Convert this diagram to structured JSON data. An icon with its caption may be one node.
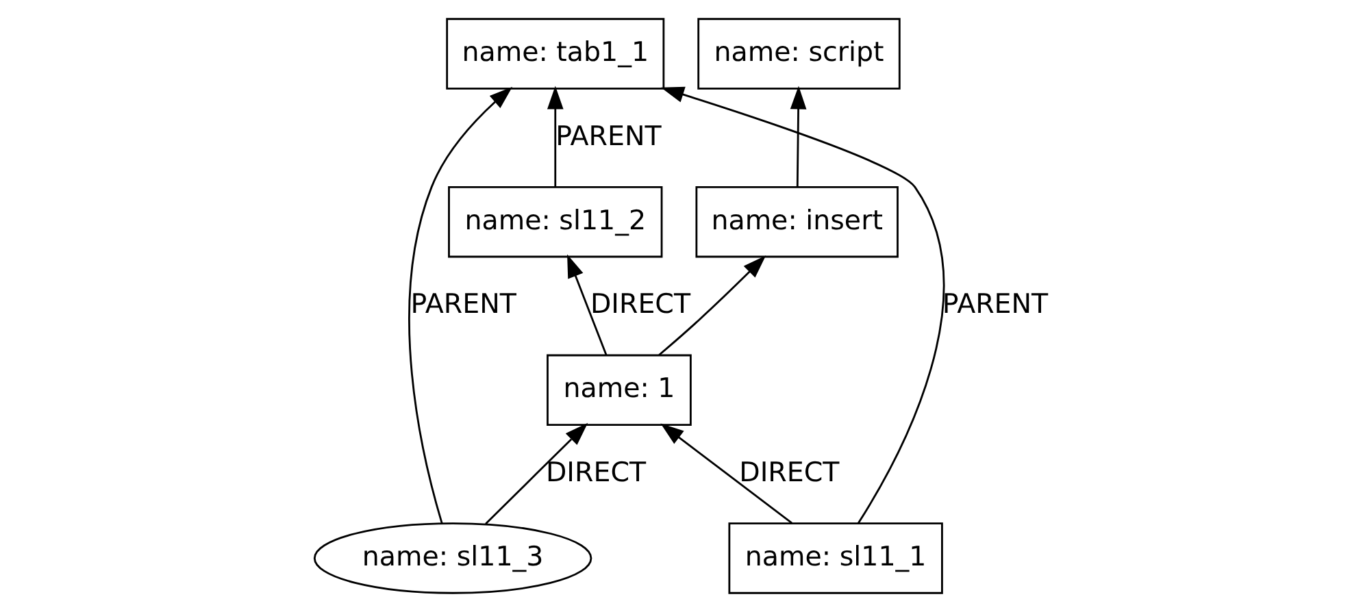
{
  "diagram": {
    "nodes": [
      {
        "text": [
          "name: script"
        ]
      },
      {
        "text": [
          "name: tab1_1"
        ]
      },
      {
        "text": [
          "name: insert"
        ]
      },
      {
        "text": [
          "name: sl11_3"
        ]
      },
      {
        "text": [
          "name: sl11_1"
        ]
      },
      {
        "text": [
          "name: 1"
        ]
      },
      {
        "text": [
          "name: sl11_2"
        ]
      }
    ],
    "edges": [
      {
        "from": 2,
        "to": 0,
        "arrow": "to"
      },
      {
        "from": 4,
        "to": 1,
        "arrow": "to",
        "label": "PARENT"
      },
      {
        "from": 3,
        "to": 1,
        "arrow": "to",
        "label": "PARENT"
      },
      {
        "from": 6,
        "to": 1,
        "arrow": "to",
        "label": "PARENT"
      },
      {
        "from": 5,
        "to": 2,
        "arrow": "to"
      },
      {
        "from": 3,
        "to": 5,
        "arrow": "to",
        "label": "DIRECT"
      },
      {
        "from": 4,
        "to": 5,
        "arrow": "to",
        "label": "DIRECT"
      },
      {
        "from": 5,
        "to": 6,
        "arrow": "to",
        "label": "DIRECT"
      }
    ]
  }
}
